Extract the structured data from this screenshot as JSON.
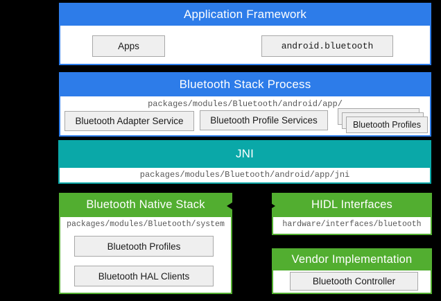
{
  "colors": {
    "background": "#000000",
    "blue": "#2D7CE9",
    "teal": "#0AA8A8",
    "green": "#52AE30",
    "box_fill": "#EFEFEF",
    "box_border": "#A8A8A8",
    "path_text": "#575757",
    "header_text": "#FFFFFF"
  },
  "sections": {
    "app_framework": {
      "title": "Application Framework",
      "apps_label": "Apps",
      "api_label": "android.bluetooth"
    },
    "stack_process": {
      "title": "Bluetooth Stack Process",
      "path": "packages/modules/Bluetooth/android/app/",
      "adapter_service": "Bluetooth Adapter Service",
      "profile_services": "Bluetooth Profile Services",
      "profiles": "Bluetooth Profiles"
    },
    "jni": {
      "title": "JNI",
      "path": "packages/modules/Bluetooth/android/app/jni"
    },
    "native_stack": {
      "title": "Bluetooth Native Stack",
      "path": "packages/modules/Bluetooth/system",
      "profiles": "Bluetooth Profiles",
      "hal_clients": "Bluetooth HAL Clients"
    },
    "hidl": {
      "title": "HIDL Interfaces",
      "path": "hardware/interfaces/bluetooth"
    },
    "vendor": {
      "title": "Vendor Implementation",
      "controller": "Bluetooth Controller"
    }
  }
}
